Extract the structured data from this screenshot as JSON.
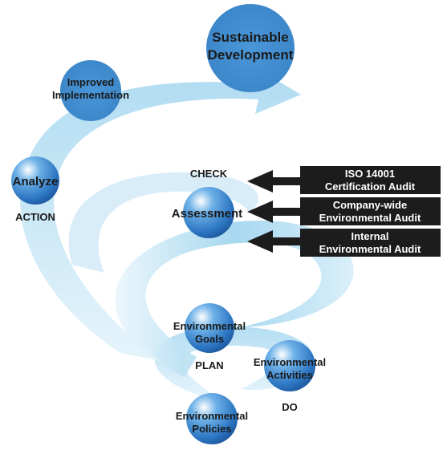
{
  "nodes": {
    "sustainable": {
      "line1": "Sustainable",
      "line2": "Development"
    },
    "improved": {
      "line1": "Improved",
      "line2": "Implementation"
    },
    "analyze": {
      "label": "Analyze"
    },
    "assessment": {
      "label": "Assessment"
    },
    "env_goals": {
      "line1": "Environmental",
      "line2": "Goals"
    },
    "env_activities": {
      "line1": "Environmental",
      "line2": "Activities"
    },
    "env_policies": {
      "line1": "Environmental",
      "line2": "Policies"
    }
  },
  "phases": {
    "action": "ACTION",
    "check": "CHECK",
    "plan": "PLAN",
    "do": "DO"
  },
  "audits": [
    {
      "line1": "ISO 14001",
      "line2": "Certification Audit"
    },
    {
      "line1": "Company-wide",
      "line2": "Environmental Audit"
    },
    {
      "line1": "Internal",
      "line2": "Environmental Audit"
    }
  ],
  "colors": {
    "node_blue": "#3a86cc",
    "node_dark": "#1f5fa8",
    "spiral_light": "#d3ecf8",
    "spiral_mid": "#8fcaea",
    "audit_box": "#1c1c1c",
    "arrow": "#1c1c1c"
  }
}
